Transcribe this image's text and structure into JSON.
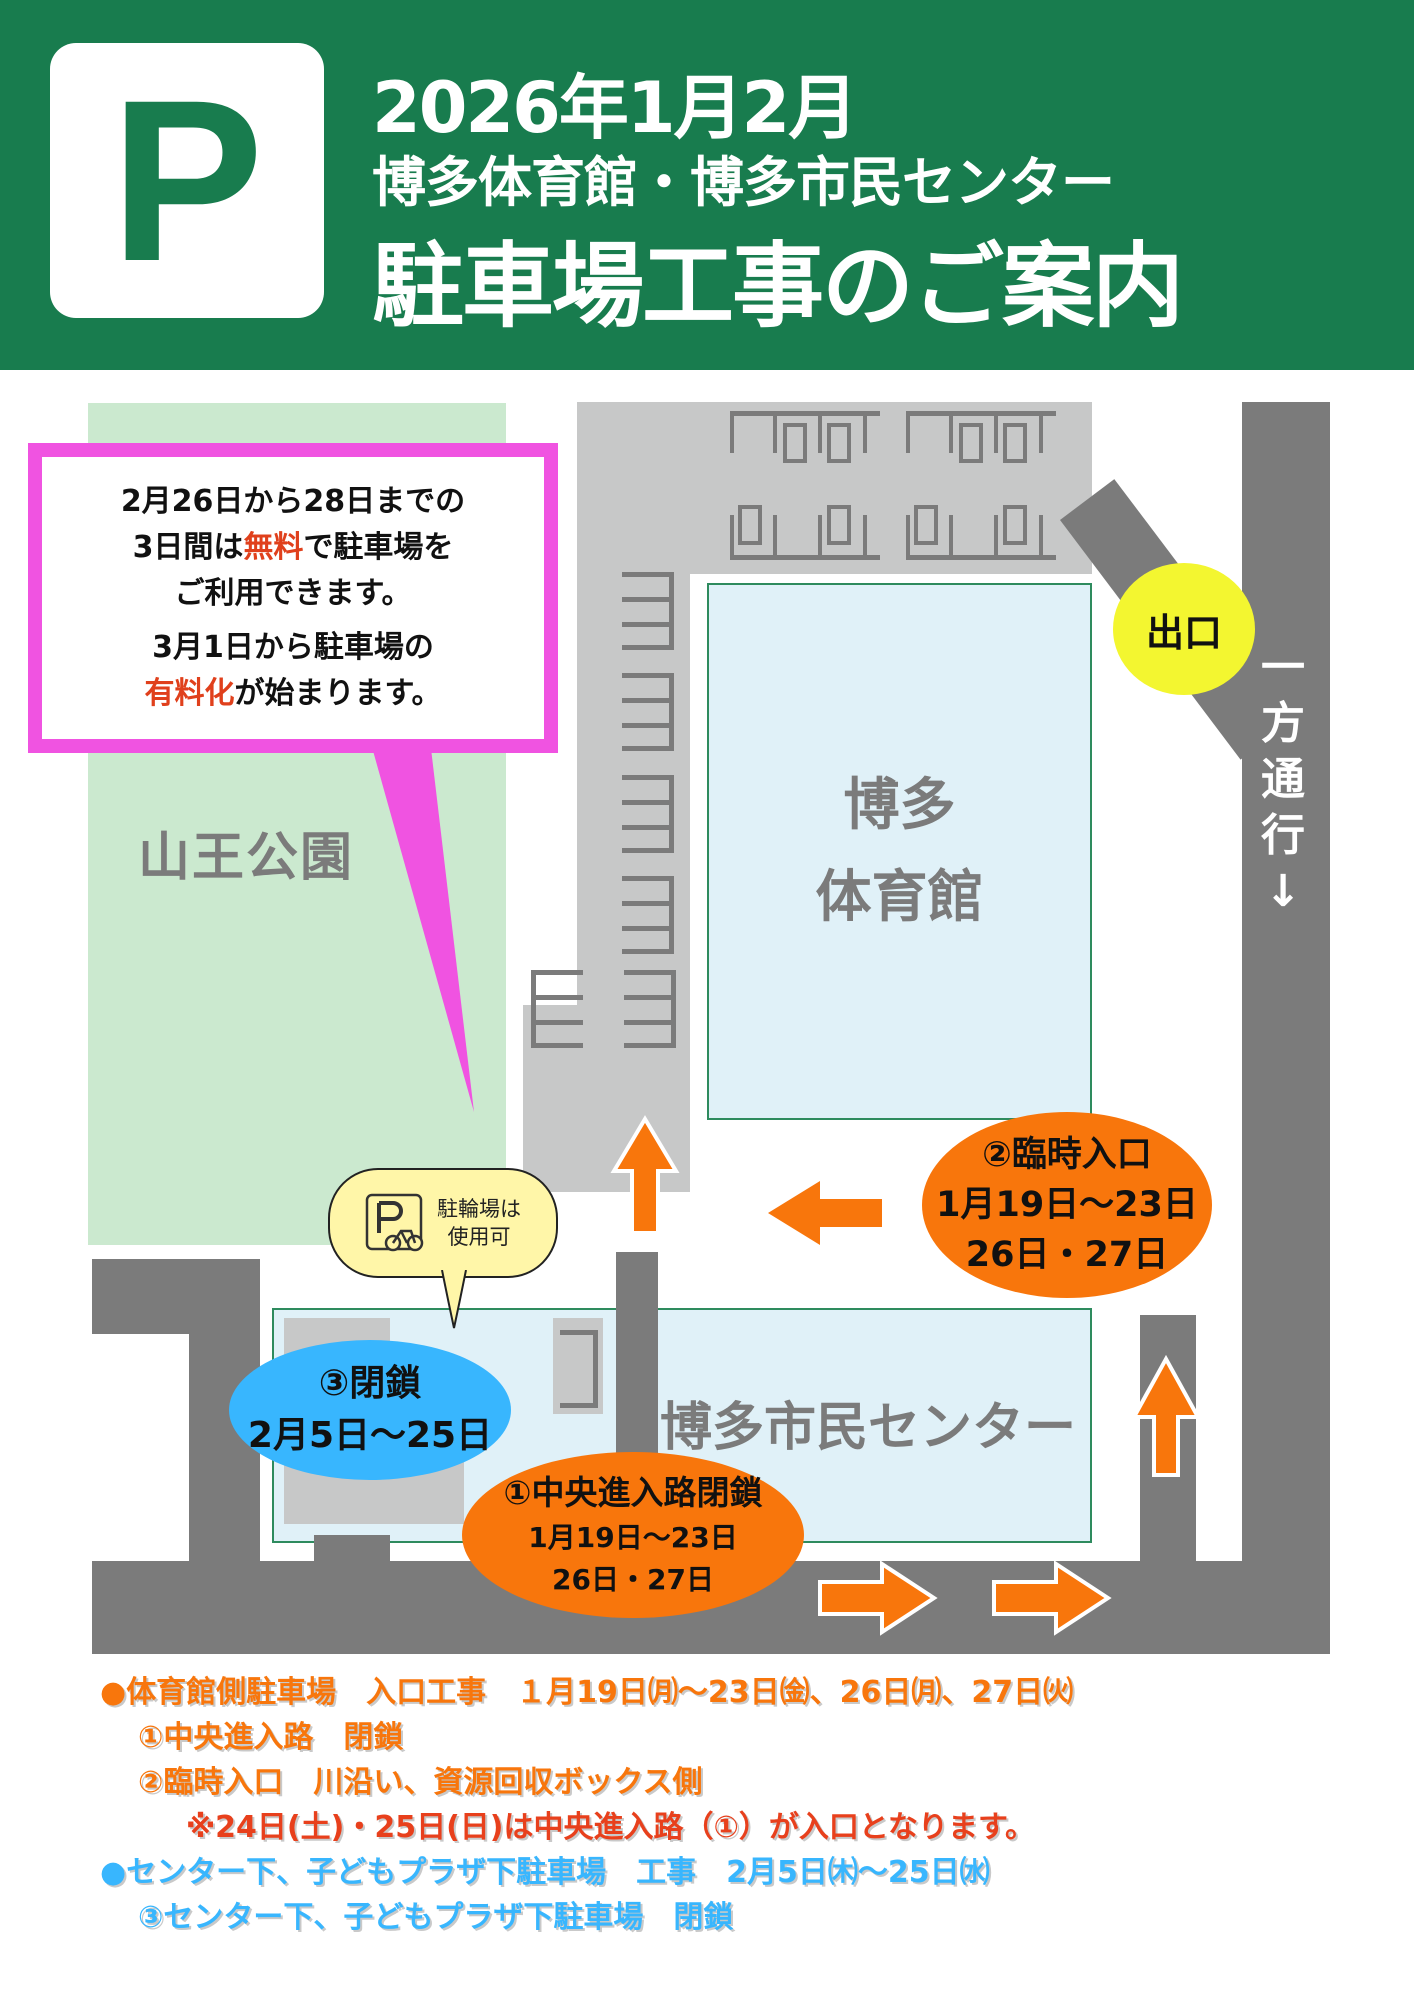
{
  "header": {
    "badge_letter": "P",
    "line1": "2026年1月2月",
    "line2": "博多体育館・博多市民センター",
    "line3": "駐車場工事のご案内",
    "background_color": "#187c4e"
  },
  "notice": {
    "line1": "2月26日から28日までの",
    "line2_pre": "3日間は",
    "line2_highlight": "無料",
    "line2_post": "で駐車場を",
    "line3": "ご利用できます。",
    "line4": "3月1日から駐車場の",
    "line5_highlight": "有料化",
    "line5_post": "が始まります。",
    "border_color": "#f053e1",
    "highlight_color": "#e0401c"
  },
  "map": {
    "park_label": "山王公園",
    "gym_label_line1": "博多",
    "gym_label_line2": "体育館",
    "center_label": "博多市民センター",
    "exit_label": "出口",
    "oneway_label": [
      "一",
      "方",
      "通",
      "行",
      "↓"
    ],
    "bicycle_bubble": {
      "icon": "bicycle-parking-icon",
      "line1": "駐輪場は",
      "line2": "使用可"
    },
    "callouts": {
      "temp_entrance": {
        "title": "②臨時入口",
        "line2": "1月19日〜23日",
        "line3": "26日・27日",
        "color": "#f8760c"
      },
      "closure3": {
        "title": "③閉鎖",
        "line2": "2月5日〜25日",
        "color": "#38b6fe"
      },
      "central_closed": {
        "title": "①中央進入路閉鎖",
        "line2": "1月19日〜23日",
        "line3": "26日・27日",
        "color": "#f8760c"
      }
    },
    "colors": {
      "road": "#7b7b7b",
      "parking_lot": "#c7c8c8",
      "park": "#cbe9cf",
      "building": "#e0f1f8",
      "exit": "#f3f630",
      "arrow": "#f8760c"
    }
  },
  "legend": {
    "items": [
      {
        "bullet": "●",
        "text": "体育館側駐車場　入口工事　１月19日㈪〜23日㈮、26日㈪、27日㈫",
        "color": "#f8760c"
      },
      {
        "bullet": "",
        "text": "①中央進入路　閉鎖",
        "color": "#f8760c"
      },
      {
        "bullet": "",
        "text": "②臨時入口　川沿い、資源回収ボックス側",
        "color": "#f8760c"
      },
      {
        "bullet": "",
        "text": "※24日(土)・25日(日)は中央進入路（①）が入口となります。",
        "color": "#e8401c"
      },
      {
        "bullet": "●",
        "text": "センター下、子どもプラザ下駐車場　工事　2月5日㈭〜25日㈬",
        "color": "#38b6fe"
      },
      {
        "bullet": "",
        "text": "③センター下、子どもプラザ下駐車場　閉鎖",
        "color": "#38b6fe"
      }
    ]
  }
}
